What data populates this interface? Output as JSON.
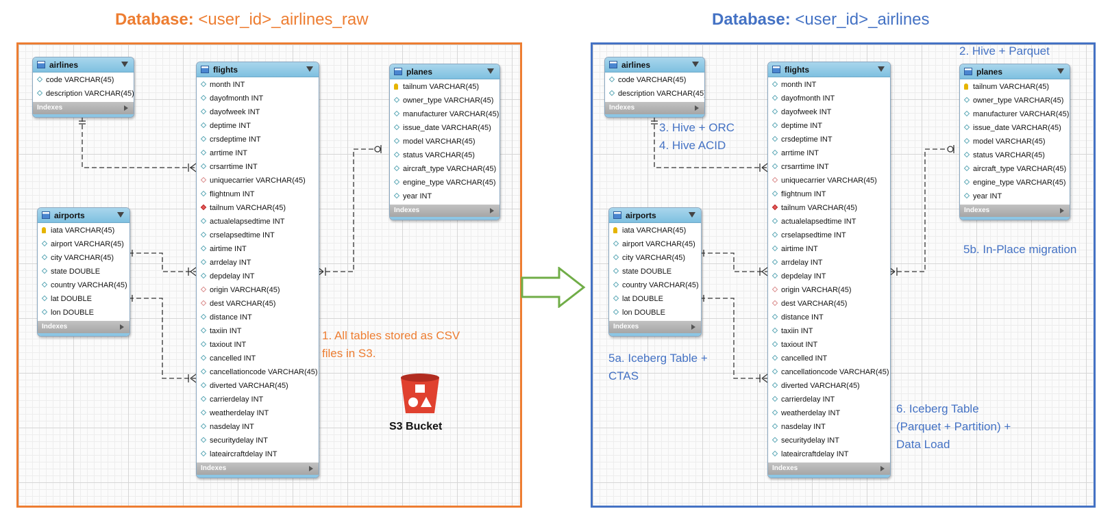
{
  "titles": {
    "left": {
      "keyword": "Database:",
      "name": "<user_id>_airlines_raw",
      "color": "#ED7D31"
    },
    "right": {
      "keyword": "Database:",
      "name": "<user_id>_airlines",
      "color": "#4472C4"
    }
  },
  "indexes_label": "Indexes",
  "tables": {
    "airlines": {
      "name": "airlines",
      "columns": [
        {
          "text": "code VARCHAR(45)",
          "icon": "column-icon"
        },
        {
          "text": "description VARCHAR(45)",
          "icon": "column-icon"
        }
      ]
    },
    "airports": {
      "name": "airports",
      "columns": [
        {
          "text": "iata VARCHAR(45)",
          "icon": "key-icon"
        },
        {
          "text": "airport VARCHAR(45)",
          "icon": "column-icon"
        },
        {
          "text": "city VARCHAR(45)",
          "icon": "column-icon"
        },
        {
          "text": "state DOUBLE",
          "icon": "column-icon"
        },
        {
          "text": "country VARCHAR(45)",
          "icon": "column-icon"
        },
        {
          "text": "lat DOUBLE",
          "icon": "column-icon"
        },
        {
          "text": "lon DOUBLE",
          "icon": "column-icon"
        }
      ]
    },
    "flights": {
      "name": "flights",
      "columns": [
        {
          "text": "month INT",
          "icon": "column-icon"
        },
        {
          "text": "dayofmonth INT",
          "icon": "column-icon"
        },
        {
          "text": "dayofweek INT",
          "icon": "column-icon"
        },
        {
          "text": "deptime INT",
          "icon": "column-icon"
        },
        {
          "text": "crsdeptime INT",
          "icon": "column-icon"
        },
        {
          "text": "arrtime INT",
          "icon": "column-icon"
        },
        {
          "text": "crsarrtime INT",
          "icon": "column-icon"
        },
        {
          "text": "uniquecarrier VARCHAR(45)",
          "icon": "foreign-key-icon"
        },
        {
          "text": "flightnum INT",
          "icon": "column-icon"
        },
        {
          "text": "tailnum VARCHAR(45)",
          "icon": "foreign-key-filled-icon"
        },
        {
          "text": "actualelapsedtime INT",
          "icon": "column-icon"
        },
        {
          "text": "crselapsedtime INT",
          "icon": "column-icon"
        },
        {
          "text": "airtime INT",
          "icon": "column-icon"
        },
        {
          "text": "arrdelay INT",
          "icon": "column-icon"
        },
        {
          "text": "depdelay INT",
          "icon": "column-icon"
        },
        {
          "text": "origin VARCHAR(45)",
          "icon": "foreign-key-icon"
        },
        {
          "text": "dest VARCHAR(45)",
          "icon": "foreign-key-icon"
        },
        {
          "text": "distance INT",
          "icon": "column-icon"
        },
        {
          "text": "taxiin INT",
          "icon": "column-icon"
        },
        {
          "text": "taxiout INT",
          "icon": "column-icon"
        },
        {
          "text": "cancelled INT",
          "icon": "column-icon"
        },
        {
          "text": "cancellationcode VARCHAR(45)",
          "icon": "column-icon"
        },
        {
          "text": "diverted VARCHAR(45)",
          "icon": "column-icon"
        },
        {
          "text": "carrierdelay INT",
          "icon": "column-icon"
        },
        {
          "text": "weatherdelay INT",
          "icon": "column-icon"
        },
        {
          "text": "nasdelay INT",
          "icon": "column-icon"
        },
        {
          "text": "securitydelay INT",
          "icon": "column-icon"
        },
        {
          "text": "lateaircraftdelay INT",
          "icon": "column-icon"
        }
      ]
    },
    "planes": {
      "name": "planes",
      "columns": [
        {
          "text": "tailnum VARCHAR(45)",
          "icon": "key-icon"
        },
        {
          "text": "owner_type VARCHAR(45)",
          "icon": "column-icon"
        },
        {
          "text": "manufacturer VARCHAR(45)",
          "icon": "column-icon"
        },
        {
          "text": "issue_date VARCHAR(45)",
          "icon": "column-icon"
        },
        {
          "text": "model VARCHAR(45)",
          "icon": "column-icon"
        },
        {
          "text": "status VARCHAR(45)",
          "icon": "column-icon"
        },
        {
          "text": "aircraft_type VARCHAR(45)",
          "icon": "column-icon"
        },
        {
          "text": "engine_type VARCHAR(45)",
          "icon": "column-icon"
        },
        {
          "text": "year INT",
          "icon": "column-icon"
        }
      ]
    }
  },
  "notes": {
    "csv": "1. All tables stored as CSV\nfiles in S3.",
    "s3_label": "S3 Bucket",
    "hive_parquet": "2. Hive + Parquet",
    "hive_orc": "3. Hive + ORC\n4. Hive ACID",
    "in_place": "5b. In-Place migration",
    "ctas": "5a. Iceberg Table +\nCTAS",
    "iceberg_partition": "6. Iceberg Table\n(Parquet + Partition) +\nData Load"
  },
  "colors": {
    "orange": "#ED7D31",
    "blue": "#4472C4",
    "arrow": "#70AD47",
    "bucket": "#E0412F"
  },
  "icons": {
    "arrow": "right-arrow-icon",
    "bucket": "s3-bucket-icon"
  }
}
